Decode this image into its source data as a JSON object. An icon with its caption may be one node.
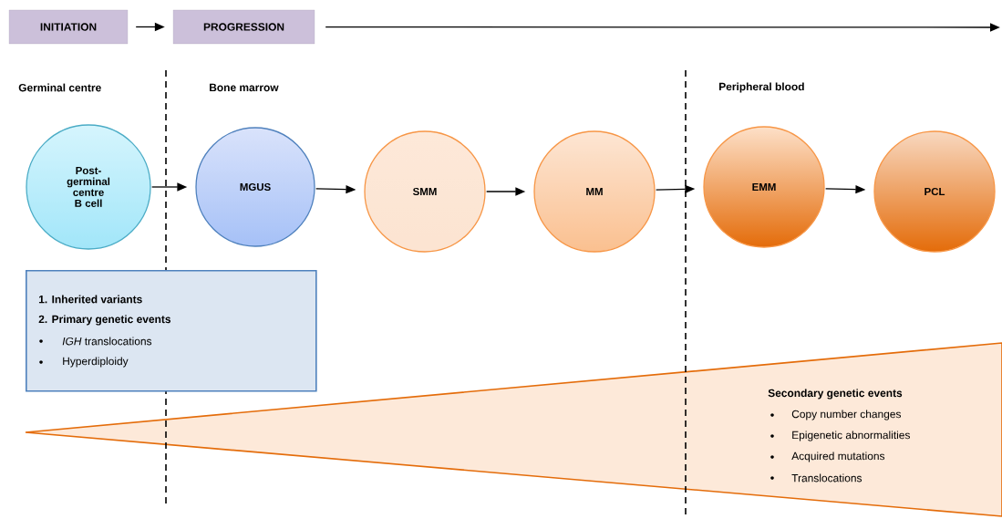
{
  "diagram": {
    "nodes": [
      {
        "text": [
          "INITIATION"
        ]
      },
      {
        "text": [
          "PROGRESSION"
        ]
      },
      {
        "text": [
          "Post-germinal centre B cell"
        ]
      },
      {
        "text": [
          "MGUS"
        ]
      },
      {
        "text": [
          "SMM"
        ]
      },
      {
        "text": [
          "MM"
        ]
      },
      {
        "text": [
          "EMM"
        ]
      },
      {
        "text": [
          "PCL"
        ]
      },
      {
        "text": [
          "1. Inherited variants",
          "2. Primary genetic events",
          "*IGH* translocations",
          "Hyperdiploidy"
        ]
      },
      {
        "text": [
          "Secondary genetic events",
          "Copy number changes",
          "Epigenetic abnormalities",
          "Acquired mutations",
          "Translocations"
        ]
      }
    ],
    "edges": [
      {
        "from": 0,
        "to": 1,
        "arrow": "to"
      },
      {
        "from": 1,
        "to": null,
        "arrow": "to"
      },
      {
        "from": 2,
        "to": 3,
        "arrow": "to"
      },
      {
        "from": 3,
        "to": 4,
        "arrow": "to"
      },
      {
        "from": 4,
        "to": 5,
        "arrow": "to"
      },
      {
        "from": 5,
        "to": 6,
        "arrow": "to"
      },
      {
        "from": 6,
        "to": 7,
        "arrow": "to"
      }
    ],
    "labels": [
      "Germinal centre",
      "Bone marrow",
      "Peripheral blood"
    ]
  }
}
